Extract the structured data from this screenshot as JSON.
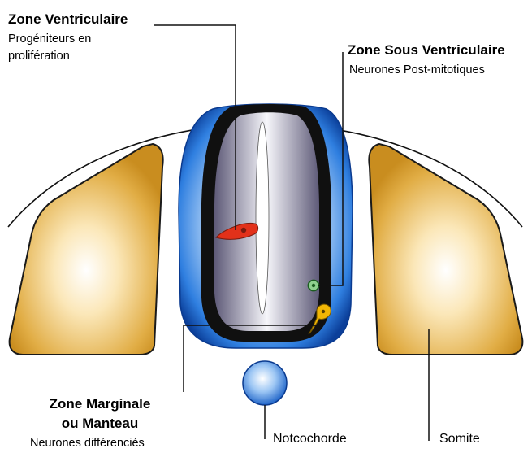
{
  "labels": {
    "ventricular": {
      "title": "Zone Ventriculaire",
      "line1": "Progéniteurs en",
      "line2": "prolifération"
    },
    "subventricular": {
      "title": "Zone Sous  Ventriculaire",
      "subtitle": "Neurones Post-mitotiques"
    },
    "marginal": {
      "title_line1": "Zone Marginale",
      "title_line2": "ou Manteau",
      "subtitle": "Neurones différenciés"
    },
    "notochord": "Notcochorde",
    "somite": "Somite"
  },
  "colors": {
    "somite_fill": "#d9a234",
    "tube_blue": "#2e79d8",
    "lumen_gray": "#6f6b86",
    "progenitor_red": "#e2311a",
    "neuron_green": "#2e7d32",
    "neuron_yellow": "#f0b400",
    "outline": "#111111"
  }
}
